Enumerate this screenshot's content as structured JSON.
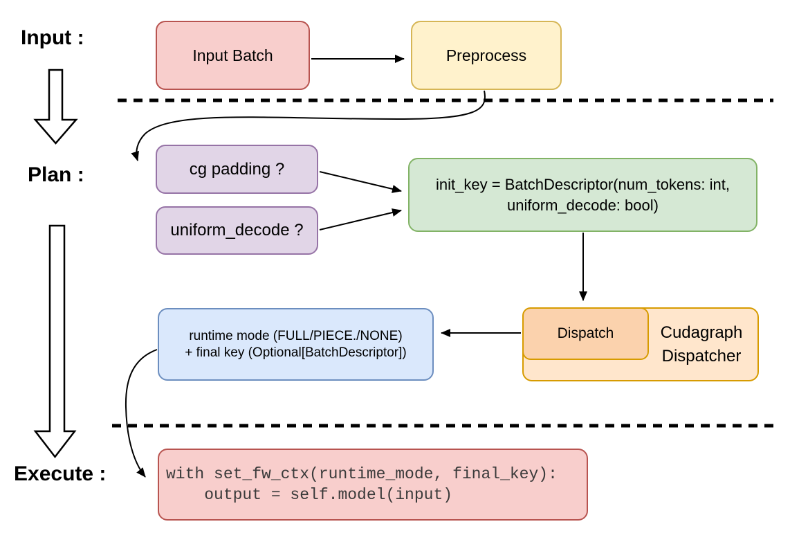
{
  "section_labels": {
    "input": "Input :",
    "plan": "Plan :",
    "execute": "Execute :"
  },
  "nodes": {
    "input_batch": {
      "label": "Input Batch"
    },
    "preprocess": {
      "label": "Preprocess"
    },
    "cg_padding": {
      "label": "cg padding ?"
    },
    "uniform_decode": {
      "label": "uniform_decode ?"
    },
    "init_key": {
      "line1": "init_key = BatchDescriptor(num_tokens: int,",
      "line2": "uniform_decode: bool)"
    },
    "dispatch": {
      "label": "Dispatch"
    },
    "cudagraph_dispatcher": {
      "line1": "Cudagraph",
      "line2": "Dispatcher"
    },
    "runtime_mode": {
      "line1": "runtime mode (FULL/PIECE./NONE)",
      "line2": "+ final key (Optional[BatchDescriptor])"
    },
    "execute_code": {
      "line1": "with set_fw_ctx(runtime_mode, final_key):",
      "line2": "    output = self.model(input)"
    }
  },
  "colors": {
    "red_fill": "#f8cecc",
    "red_stroke": "#b85450",
    "yellow_fill": "#fff2cc",
    "yellow_stroke": "#d6b656",
    "purple_fill": "#e1d5e7",
    "purple_stroke": "#9673a6",
    "green_fill": "#d5e8d4",
    "green_stroke": "#82b366",
    "blue_fill": "#dae8fc",
    "blue_stroke": "#6c8ebf",
    "orange_fill": "#ffe6cc",
    "orange_stroke": "#d79b00",
    "peach_fill": "#fbd2ad",
    "peach_stroke": "#d79b00",
    "line_color": "#000000",
    "code_text": "#3a3a3a"
  }
}
